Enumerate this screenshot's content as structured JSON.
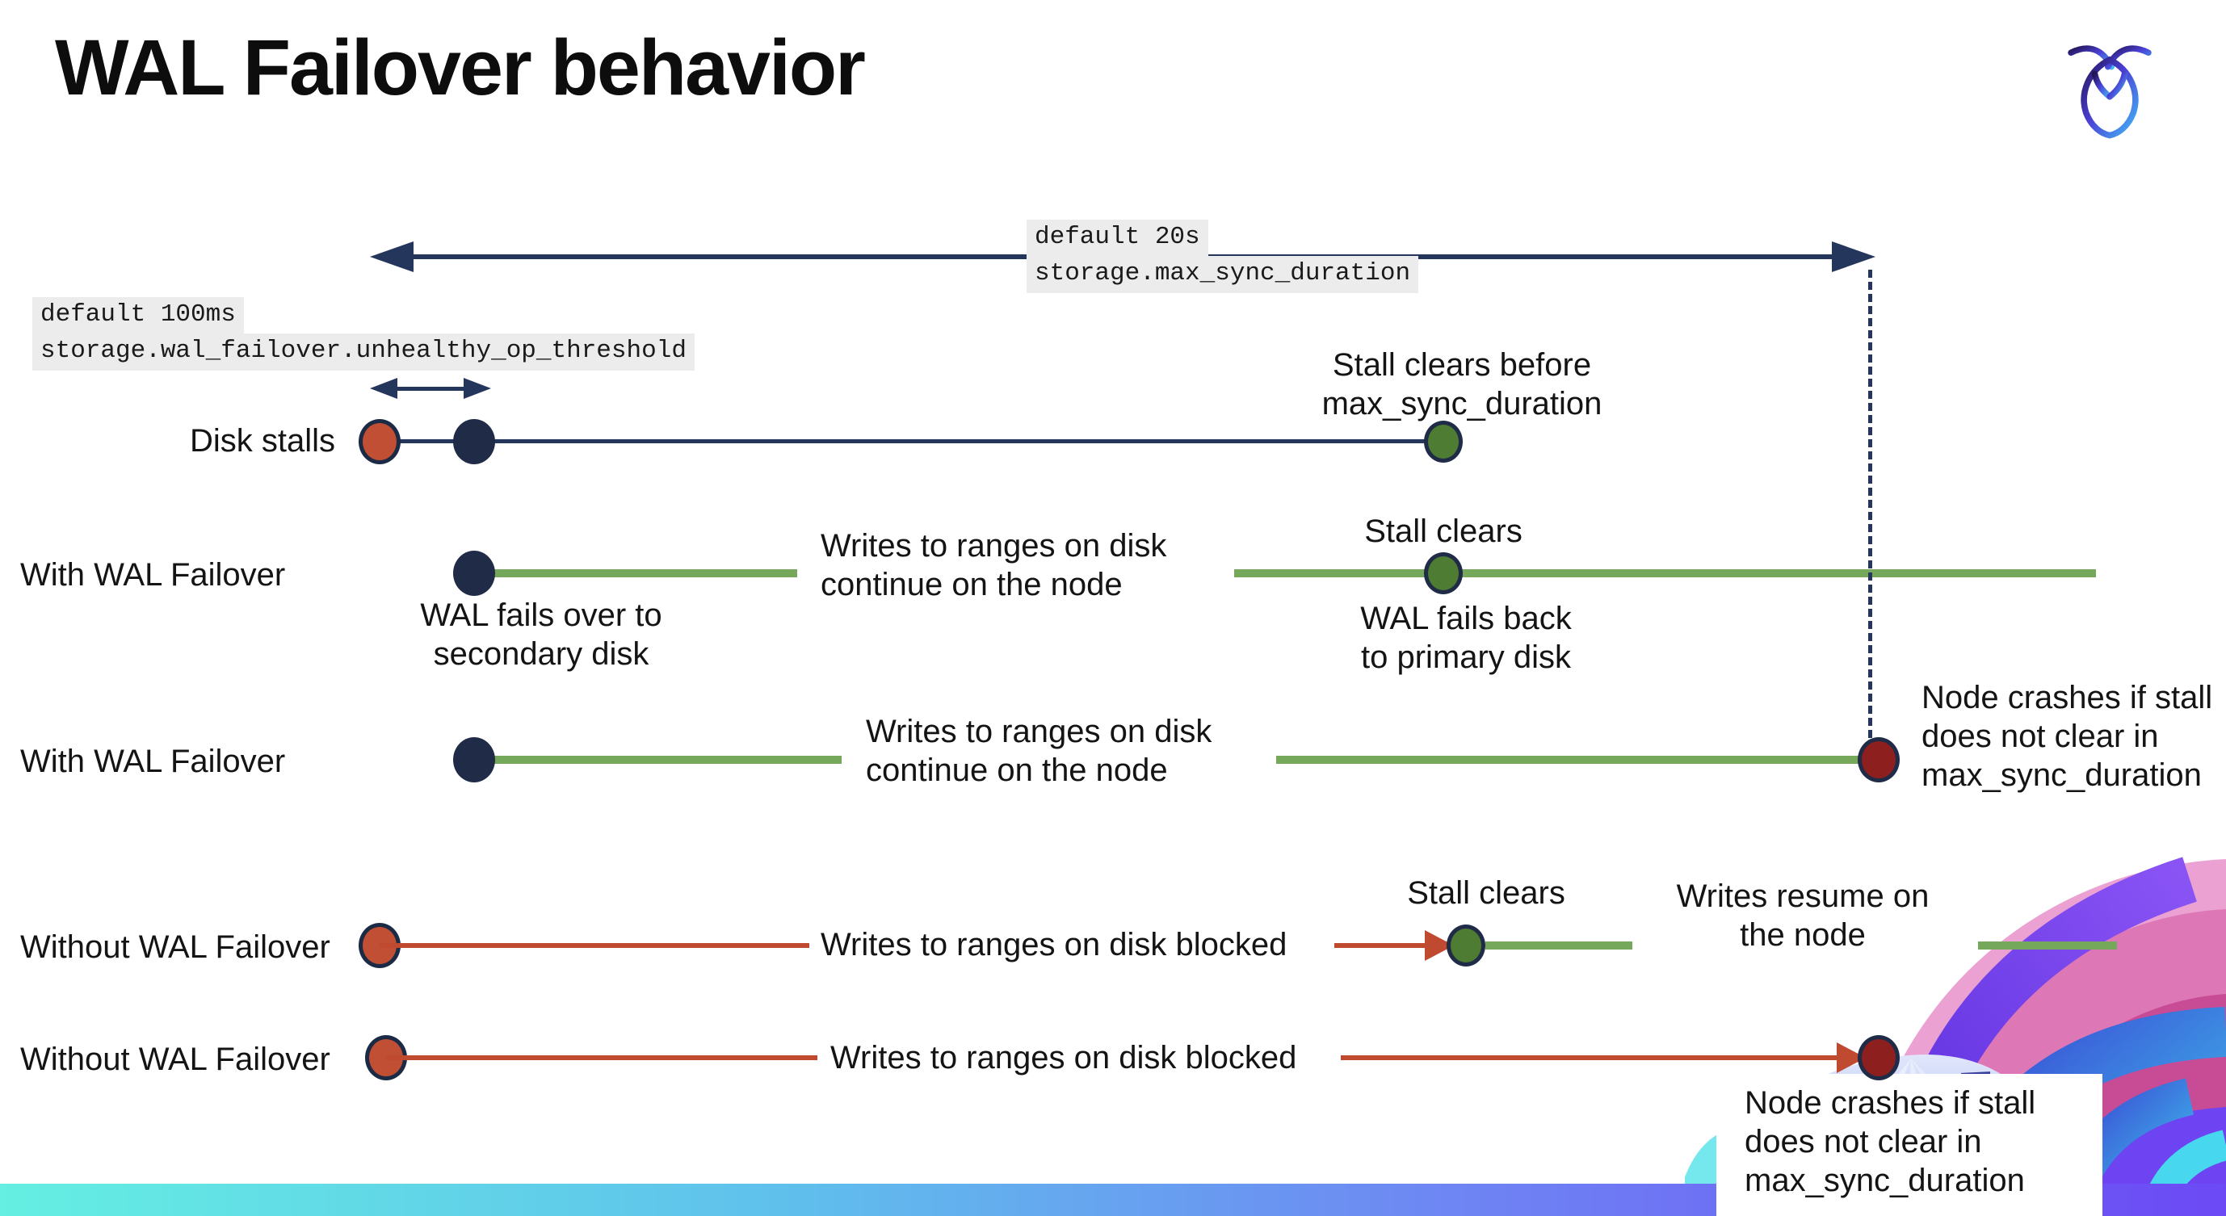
{
  "page": {
    "title": "WAL Failover behavior"
  },
  "logo": {
    "name": "cockroachdb-logo"
  },
  "settings": {
    "max_sync": {
      "default_label": "default 20s",
      "setting_name": "storage.max_sync_duration"
    },
    "unhealthy_op": {
      "default_label": "default 100ms",
      "setting_name": "storage.wal_failover.unhealthy_op_threshold"
    }
  },
  "rows": [
    {
      "label": "Disk stalls"
    },
    {
      "label": "With WAL Failover"
    },
    {
      "label": "With WAL Failover"
    },
    {
      "label": "Without WAL Failover"
    },
    {
      "label": "Without WAL Failover"
    }
  ],
  "annotations": {
    "stall_clears_before": [
      "Stall clears before",
      "max_sync_duration"
    ],
    "wal_fails_over": [
      "WAL fails over to",
      "secondary disk"
    ],
    "writes_continue": [
      "Writes to ranges on disk",
      "continue on the node"
    ],
    "stall_clears": "Stall clears",
    "wal_fails_back": [
      "WAL fails  back",
      "to primary disk"
    ],
    "node_crashes": [
      "Node crashes if stall",
      "does not clear in",
      "max_sync_duration"
    ],
    "writes_blocked": "Writes to ranges on disk  blocked",
    "writes_resume": [
      "Writes resume on",
      "the node"
    ]
  },
  "colors": {
    "navy": "#24365c",
    "navy_dot": "#1f2b47",
    "green_line": "#76a85c",
    "green_dot": "#4e7c33",
    "stall_red": "#c14f33",
    "red_line": "#c04a30",
    "crash_red": "#8e1f1f",
    "code_bg": "#ececec",
    "footer_gradient_left": "#64efe2",
    "footer_gradient_right": "#6c49f5"
  }
}
